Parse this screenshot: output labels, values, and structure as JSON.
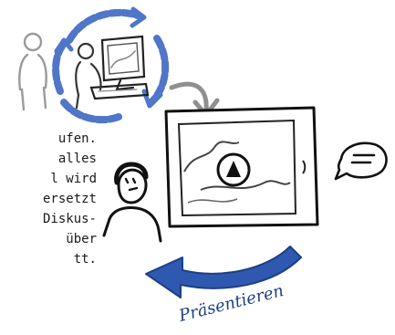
{
  "text_lines": [
    "ufen.",
    "alles",
    "l wird",
    "ersetzt",
    "Diskus-",
    "über",
    "tt."
  ],
  "caption": "Präsentieren",
  "colors": {
    "blue": "#4f76c8",
    "dark_blue": "#1d3f86",
    "ink": "#1a1a1a",
    "grey": "#9a9a9a"
  },
  "icons": {
    "cycle": "circular-arrows-icon",
    "speech": "speech-bubble-icon",
    "upload": "upload-icon",
    "user": "person-icon"
  }
}
